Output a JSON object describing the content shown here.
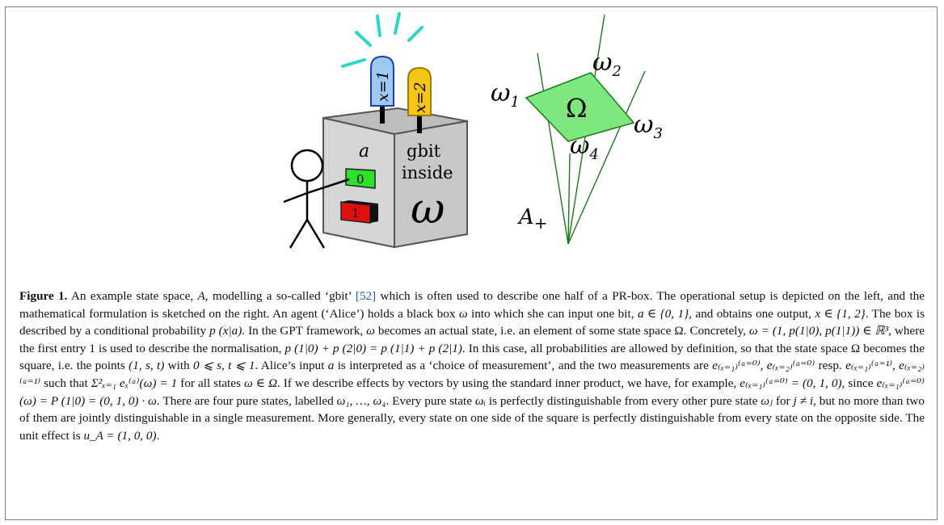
{
  "figure": {
    "left_panel": {
      "input_symbol": "a",
      "button_0_label": "0",
      "button_1_label": "1",
      "box_text_line1": "gbit",
      "box_text_line2": "inside",
      "box_symbol": "ω",
      "bulb_x1_label": "x=1",
      "bulb_x2_label": "x=2",
      "colors": {
        "bulb_x1": "#9ec9f0",
        "bulb_x2": "#f5c518",
        "button_0": "#2ee02e",
        "button_1": "#e01010",
        "rays": "#2cd6c8",
        "box": "#c8c8c8"
      }
    },
    "right_panel": {
      "region_label": "Ω",
      "cone_label": "A+",
      "vertex_labels": [
        "ω1",
        "ω2",
        "ω3",
        "ω4"
      ],
      "colors": {
        "region_fill": "#7ee87e",
        "lines": "#1a7a1a"
      }
    }
  },
  "caption": {
    "label": "Figure 1.",
    "segments": [
      " An example state space, ",
      "A",
      ", modelling a so-called ‘gbit’ ",
      "[52]",
      " which is often used to describe one half of a PR-box. The operational setup is depicted on the left, and the mathematical formulation is sketched on the right. An agent (‘Alice’) holds a black box ",
      "ω",
      " into which she can input one bit, ",
      "a ∈ {0, 1}",
      ", and obtains one output, ",
      "x ∈ {1, 2}",
      ". The box is described by a conditional probability ",
      "p (x|a)",
      ". In the GPT framework, ",
      "ω",
      " becomes an actual state, i.e. an element of some state space Ω. Concretely, ",
      "ω = (1, p(1|0), p(1|1)) ∈ ℝ³",
      ", where the first entry 1 is used to describe the normalisation, ",
      "p (1|0) + p (2|0) = p (1|1) + p (2|1)",
      ". In this case, all probabilities are allowed by definition, so that the state space Ω becomes the square, i.e. the points ",
      "(1, s, t)",
      " with ",
      "0 ⩽ s, t ⩽ 1",
      ". Alice’s input ",
      "a",
      " is interpreted as a ‘choice of measurement’, and the two measurements are ",
      "e₍ₓ₌₁₎⁽ᵃ⁼⁰⁾, e₍ₓ₌₂₎⁽ᵃ⁼⁰⁾",
      " resp. ",
      "e₍ₓ₌₁₎⁽ᵃ⁼¹⁾, e₍ₓ₌₂₎⁽ᵃ⁼¹⁾",
      " such that ",
      "Σ²ₓ₌₁ eₓ⁽ᵃ⁾(ω) = 1",
      " for all states ",
      "ω ∈ Ω",
      ". If we describe effects by vectors by using the standard inner product, we have, for example, ",
      "e₍ₓ₌₁₎⁽ᵃ⁼⁰⁾ = (0, 1, 0)",
      ", since ",
      "e₍ₓ₌₁₎⁽ᵃ⁼⁰⁾(ω) = P (1|0) = (0, 1, 0) · ω",
      ". There are four pure states, labelled ",
      "ω₁, …, ω₄",
      ". Every pure state ",
      "ωᵢ",
      " is perfectly distinguishable from every other pure state ",
      "ωⱼ",
      " for ",
      "j ≠ i",
      ", but no more than two of them are jointly distinguishable in a single measurement. More generally, every state on one side of the square is perfectly distinguishable from every state on the opposite side. The unit effect is ",
      "u_A = (1, 0, 0)",
      "."
    ]
  }
}
